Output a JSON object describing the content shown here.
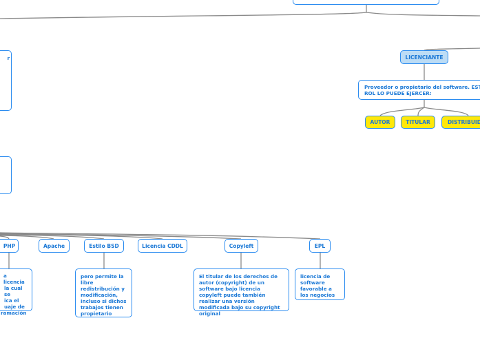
{
  "nodes": {
    "top": {
      "text": ""
    },
    "licenciante": {
      "label": "LICENCIANTE",
      "description": "Proveedor o propietario del software.  ESTE ROL LO PUEDE EJERCER:"
    },
    "roles": [
      "AUTOR",
      "TITULAR",
      "DISTRIBUIDOR"
    ],
    "left_box_1": {
      "text": "r"
    },
    "licenses": [
      {
        "label": "PHP",
        "description_lines": [
          "a licencia",
          "la cual se",
          "ica el",
          "uaje de",
          "ramación"
        ]
      },
      {
        "label": "Apache"
      },
      {
        "label": "Estilo BSD",
        "description": "pero permite la libre redistribución y modificación, incluso si dichos trabajos tienen propietario"
      },
      {
        "label": "Licencia CDDL"
      },
      {
        "label": "Copyleft",
        "description": "El titular de los derechos de autor (copyright) de un software bajo licencia copyleft puede también realizar una versión modificada bajo su copyright original"
      },
      {
        "label": "EPL",
        "description": "licencia de software favorable a los negocios"
      }
    ]
  },
  "colors": {
    "border": "#2b8cf0",
    "text": "#1a78d6",
    "licenciante_fill": "#bcdcf5",
    "role_fill": "#ffe80a",
    "connector": "#8a8a8a"
  }
}
